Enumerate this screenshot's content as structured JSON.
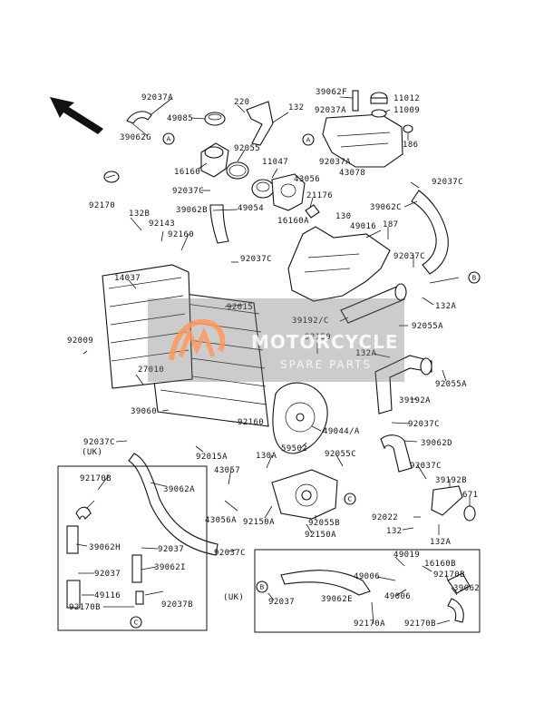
{
  "diagram": {
    "labels": {
      "l92037A_top": "92037A",
      "l39062G": "39062G",
      "l92170": "92170",
      "l220": "220",
      "l49085": "49085",
      "l132_top": "132",
      "l92055": "92055",
      "l11047": "11047",
      "l16160": "16160",
      "l92037C_a": "92037C",
      "l43056": "43056",
      "l49054": "49054",
      "l39062B": "39062B",
      "l21176": "21176",
      "l16160A": "16160A",
      "l130_a": "130",
      "l39062F": "39062F",
      "l11012": "11012",
      "l92037A_b": "92037A",
      "l11009": "11009",
      "l186": "186",
      "l92037A_c": "92037A",
      "l43078": "43078",
      "l92037C_b": "92037C",
      "l39062C": "39062C",
      "l187": "187",
      "l49016": "49016",
      "l92037C_c": "92037C",
      "l132B": "132B",
      "l92143": "92143",
      "l92160_a": "92160",
      "l92037C_d": "92037C",
      "l14037": "14037",
      "l92015": "92015",
      "l132A_a": "132A",
      "l39192C": "39192/C",
      "l92055A_a": "92055A",
      "l92150": "92150",
      "l92009": "92009",
      "l27010": "27010",
      "l132A_b": "132A",
      "l92055A_b": "92055A",
      "l39192A": "39192A",
      "l39060": "39060",
      "l92160_b": "92160",
      "l49044A": "49044/A",
      "l92037C_e": "92037C",
      "l59502": "59502",
      "l92037C_f": "92037C",
      "l92015A": "92015A",
      "l39062D": "39062D",
      "l130A": "130A",
      "l92055C": "92055C",
      "l92170B_a": "92170B",
      "l43057": "43057",
      "l92037C_g": "92037C",
      "l39062A": "39062A",
      "l39192B": "39192B",
      "l671": "671",
      "l43056A": "43056A",
      "l92150A_a": "92150A",
      "l92055B": "92055B",
      "l92022": "92022",
      "l132_b": "132",
      "l92150A_b": "92150A",
      "l132A_c": "132A",
      "l39062H": "39062H",
      "l92037_a": "92037",
      "l92037C_h": "92037C",
      "l92037_b": "92037",
      "l39062I": "39062I",
      "l49019": "49019",
      "l16160B": "16160B",
      "l49116": "49116",
      "l92037B": "92037B",
      "l92170B_b": "92170B",
      "l49006_a": "49006",
      "l92170B_c": "92170B",
      "l92037_c": "92037",
      "l39062E": "39062E",
      "l49006_b": "49006",
      "l39062_end": "39062",
      "l92170A": "92170A",
      "l92170B_d": "92170B"
    },
    "refs": {
      "A1": "A",
      "A2": "A",
      "B1": "B",
      "B2": "B",
      "C1": "C",
      "C2": "C"
    },
    "variant_labels": {
      "uk_left": "(UK)",
      "uk_right": "(UK)"
    }
  },
  "watermark": {
    "title": "MOTORCYCLE",
    "subtitle": "SPARE PARTS"
  }
}
